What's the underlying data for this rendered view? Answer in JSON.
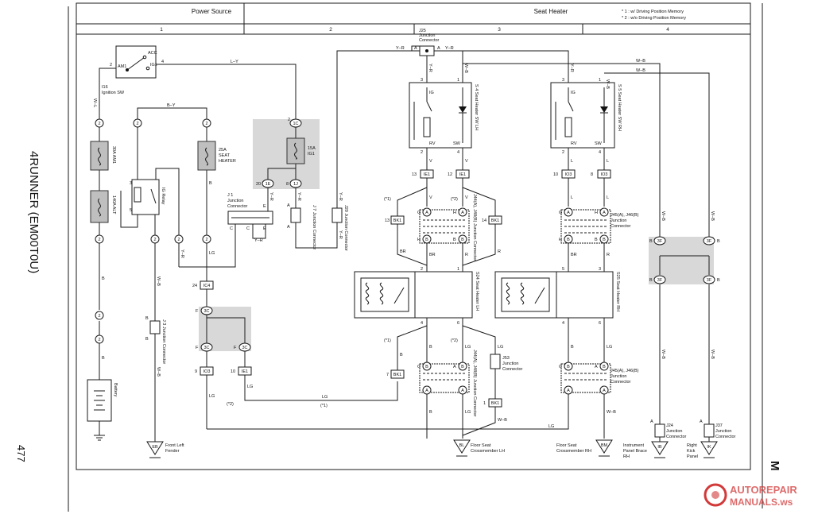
{
  "page": {
    "model": "4RUNNER (EM00T0U)",
    "page_number": "477",
    "section_letter": "M",
    "watermark_line1": "AUTOREPAIR",
    "watermark_line2": "MANUALS.ws"
  },
  "header": {
    "section_power": "Power Source",
    "section_seat": "Seat Heater",
    "note1": "* 1 : w/ Driving Position Memory",
    "note2": "* 2 : w/o Driving Position Memory",
    "cols": [
      "1",
      "2",
      "3",
      "4"
    ]
  },
  "components": {
    "ignition_sw": {
      "name": "I16",
      "sub": "Ignition SW",
      "acc": "ACC",
      "am1": "AM1",
      "ig1": "IG1",
      "p2": "2",
      "p4": "4"
    },
    "fuse_am1": {
      "label": "30A AM1"
    },
    "fuse_alt": {
      "label": "140A ALT"
    },
    "fuse_seat": {
      "l1": "25A",
      "l2": "SEAT",
      "l3": "HEATER"
    },
    "fuse_ig1": {
      "l1": "15A",
      "l2": "IG1"
    },
    "ig_relay": {
      "label": "IG Relay"
    },
    "j1": {
      "l1": "J 1",
      "l2": "Junction",
      "l3": "Connector"
    },
    "j7": {
      "label": "J 7 Junction Connector"
    },
    "j20": {
      "label": "J20 Junction Connector"
    },
    "j25": {
      "l1": "J25",
      "l2": "Junction",
      "l3": "Connector"
    },
    "j3": {
      "label": "J 3 Junction Connector"
    },
    "s4": {
      "label": "S 4 Seat Heater SW LH"
    },
    "s5": {
      "label": "S 5 Seat Heater SW RH"
    },
    "s24": {
      "label": "S24 Seat Heater LH"
    },
    "s25": {
      "label": "S25 Seat Heater RH"
    },
    "j44": {
      "label": "J44(A), J48(B) Junction Connector"
    },
    "j45": {
      "l1": "J45(A), J46(B)",
      "l2": "Junction",
      "l3": "Connector"
    },
    "j53": {
      "l1": "J53",
      "l2": "Junction",
      "l3": "Connector"
    },
    "j24": {
      "l1": "J24",
      "l2": "Junction",
      "l3": "Connector"
    },
    "j37": {
      "l1": "J37",
      "l2": "Junction",
      "l3": "Connector"
    },
    "battery": {
      "label": "Battery"
    }
  },
  "sw_labels": {
    "ig": "IG",
    "rv": "RV",
    "sw": "SW"
  },
  "connectors": {
    "ie1": "IE1",
    "io3": "IO3",
    "bk1": "BK1",
    "ic4": "IC4",
    "c1c": "1C",
    "c1e": "1E",
    "c1j": "1J",
    "c3c": "3C",
    "c3f": "3F"
  },
  "wires": {
    "ly": "L–Y",
    "by": "B–Y",
    "yr": "Y–R",
    "wl": "W–L",
    "b": "B",
    "wb": "W–B",
    "lg": "LG",
    "v": "V",
    "l": "L",
    "br": "BR",
    "r": "R"
  },
  "pins": {
    "p1": "1",
    "p2": "2",
    "p3": "3",
    "p4": "4",
    "p5": "5",
    "p6": "6",
    "p7": "7",
    "p8": "8",
    "p9": "9",
    "p10": "10",
    "p12": "12",
    "p13": "13",
    "p14": "14",
    "p20": "20",
    "p24": "24",
    "pA": "A",
    "pB": "B",
    "pC": "C",
    "pE": "E",
    "pF": "F",
    "pG": "G",
    "pH": "H"
  },
  "notes": {
    "n1": "(*1)",
    "n2": "(*2)"
  },
  "grounds": {
    "eb": {
      "code": "EB",
      "l1": "Front Left",
      "l2": "Fender"
    },
    "bl": {
      "code": "BL",
      "l1": "Floor Seat",
      "l2": "Crossmember LH"
    },
    "bm": {
      "code": "BM",
      "l1": "Floor Seat",
      "l2": "Crossmember RH"
    },
    "ib": {
      "code": "IB",
      "l1": "Instrument",
      "l2": "Panel Brace",
      "l3": "RH"
    },
    "ik": {
      "code": "IK",
      "l1": "Right",
      "l2": "Kick",
      "l3": "Panel"
    }
  },
  "colors": {
    "shade": "#d8d8d8",
    "fuse": "#bfbfbf",
    "ink": "#1a1a1a",
    "watermark": "#d23a3a"
  }
}
